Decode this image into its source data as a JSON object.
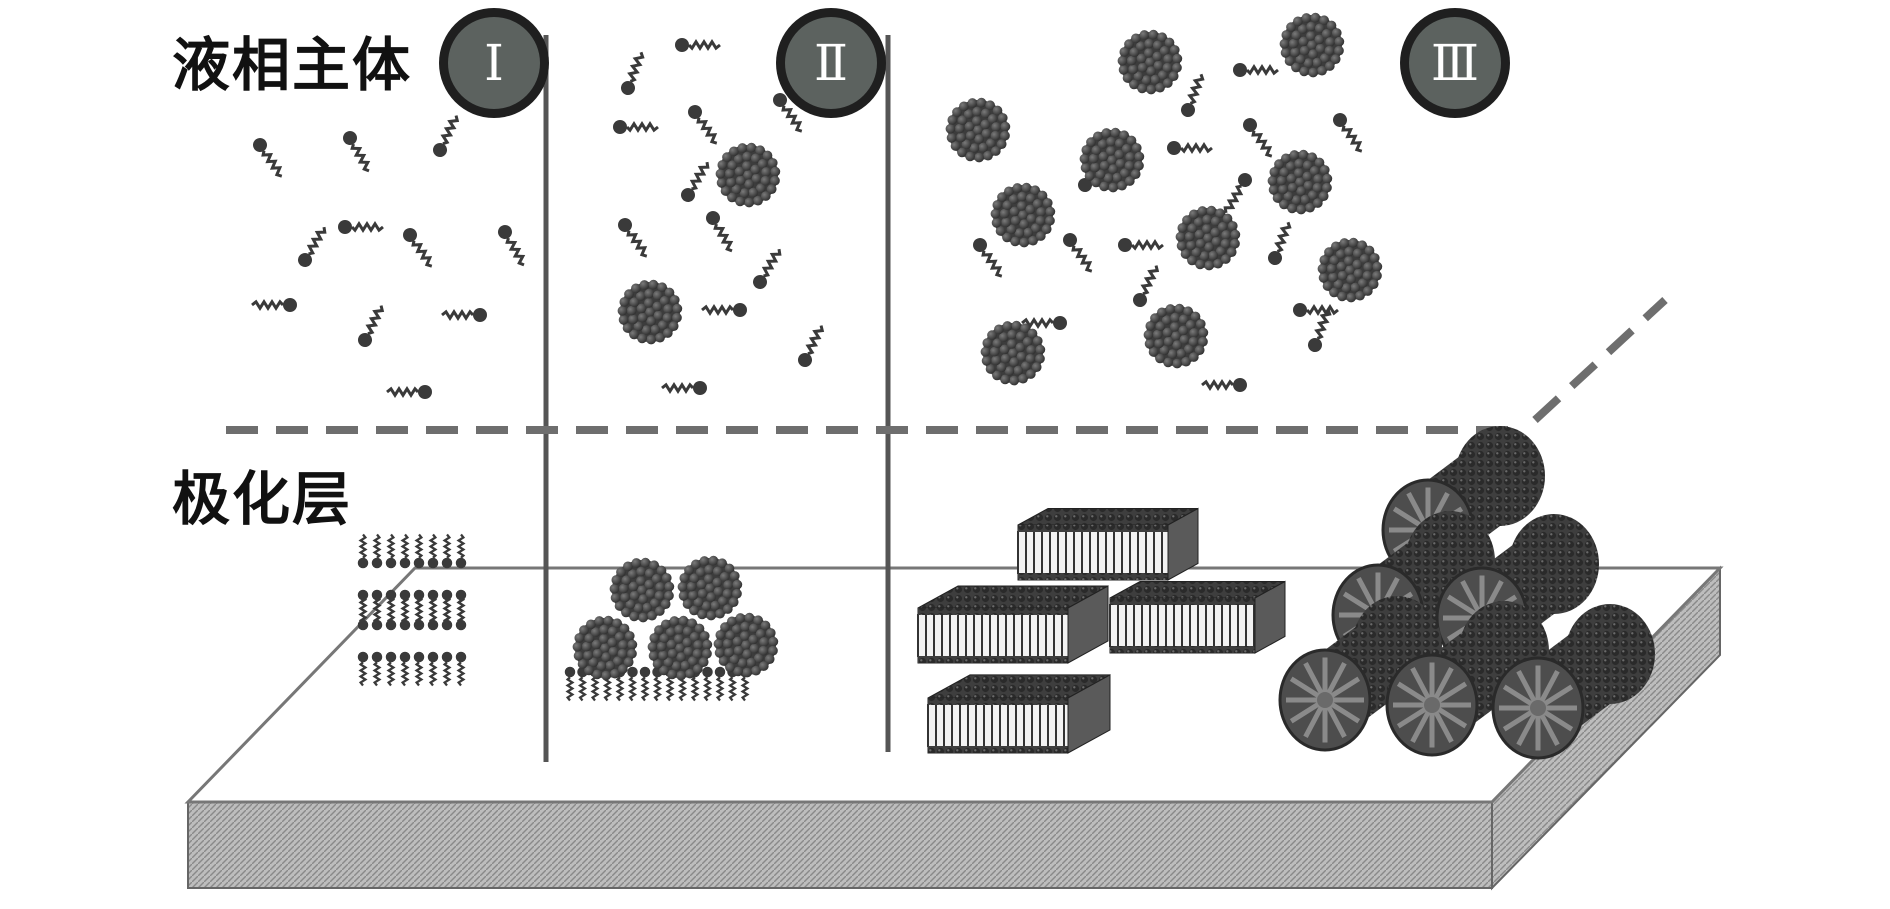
{
  "labels": {
    "bulk": "液相主体",
    "polarization": "极化层"
  },
  "stages": [
    {
      "roman": "Ⅰ"
    },
    {
      "roman": "Ⅱ"
    },
    {
      "roman": "Ⅲ"
    }
  ],
  "colors": {
    "molecule": "#3a3a3a",
    "micelle": "#3c3c3c",
    "rod_micelle": "#4a4a4a",
    "divider": "#555555",
    "dash": "#6e6e6e",
    "badge_fill": "#5c625f",
    "badge_ring": "#1f1f1f",
    "membrane_top": "#ffffff",
    "membrane_side": "#c8c8c8"
  },
  "icons": {
    "molecule": "surfactant-molecule-icon",
    "micelle": "spherical-micelle-icon",
    "rod": "rod-micelle-icon"
  }
}
